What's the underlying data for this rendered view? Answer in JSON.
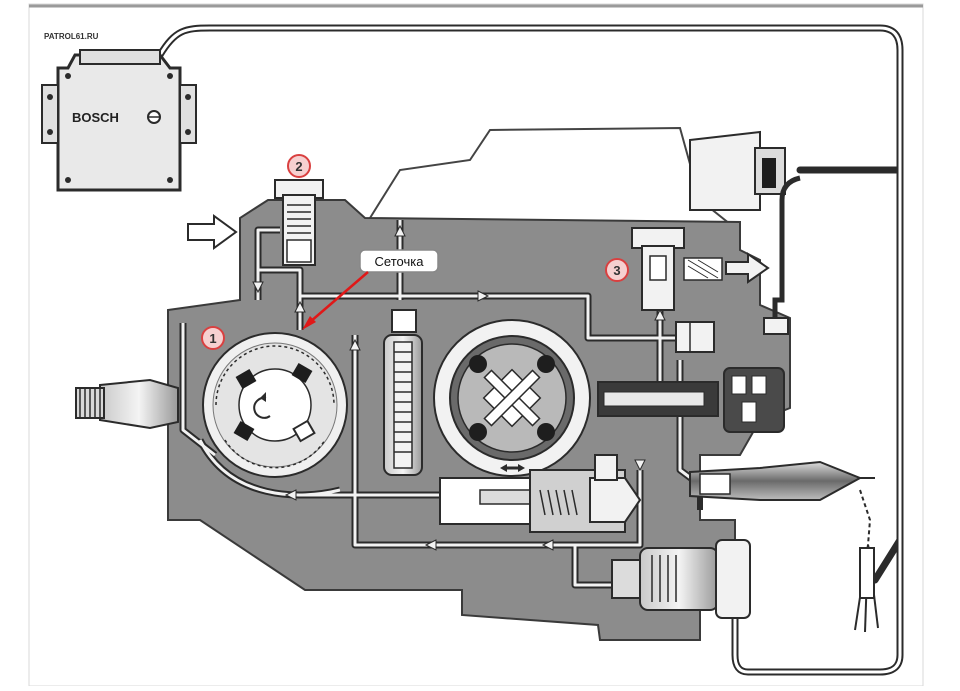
{
  "watermark": "PATROL61.RU",
  "ecu": {
    "brand": "BOSCH"
  },
  "callout": {
    "label": "Сеточка"
  },
  "markers": {
    "m1": "1",
    "m2": "2",
    "m3": "3"
  },
  "colors": {
    "housing": "#8c8c8c",
    "housing_dark": "#5e5e5e",
    "line": "#2b2b2b",
    "channel": "#f2f2f2",
    "callout_arrow": "#e01818",
    "marker_ring": "#d94040",
    "marker_fill": "#f6d0d0"
  }
}
